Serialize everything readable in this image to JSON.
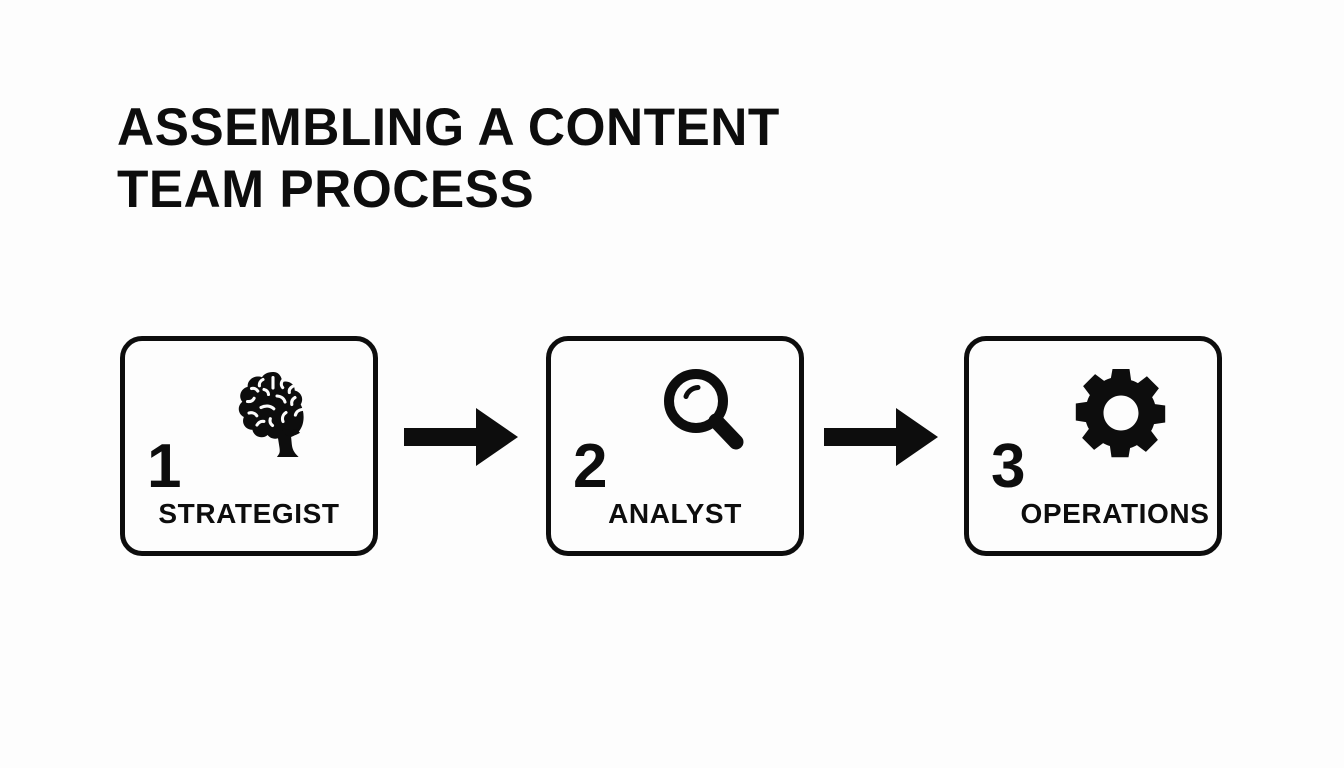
{
  "slide": {
    "background_color": "#fdfdfd",
    "ink_color": "#0d0d0d",
    "title": {
      "line1": "ASSEMBLING A CONTENT",
      "line2": "TEAM PROCESS"
    },
    "steps": [
      {
        "number": "1",
        "label": "STRATEGIST",
        "icon": "brain-icon"
      },
      {
        "number": "2",
        "label": "ANALYST",
        "icon": "magnifier-icon"
      },
      {
        "number": "3",
        "label": "OPERATIONS",
        "icon": "gear-icon"
      }
    ],
    "connectors": [
      {
        "icon": "arrow-right-icon"
      },
      {
        "icon": "arrow-right-icon"
      }
    ]
  }
}
